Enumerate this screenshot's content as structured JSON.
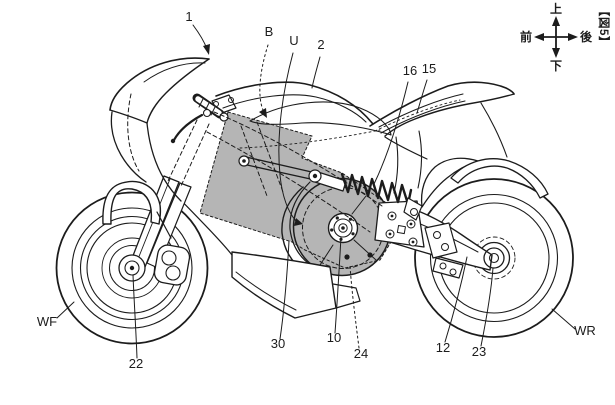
{
  "figure_tag": "【図5】",
  "compass": {
    "up": "上",
    "down": "下",
    "front": "前",
    "rear": "後"
  },
  "part_labels": {
    "n1": "1",
    "nB": "B",
    "nU": "U",
    "n2": "2",
    "n16": "16",
    "n15": "15",
    "n30": "30",
    "n10": "10",
    "n24": "24",
    "n12": "12",
    "n23": "23",
    "n22": "22",
    "nWF": "WF",
    "nWR": "WR"
  },
  "colors": {
    "line": "#1c1c1c",
    "shade": "#b5b5b5",
    "background": "#ffffff"
  }
}
